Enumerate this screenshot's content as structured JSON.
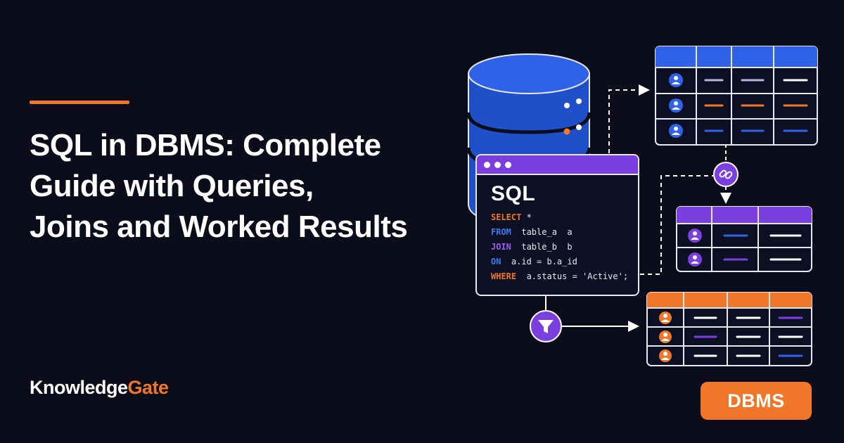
{
  "title_lines": [
    "SQL in DBMS: Complete",
    "Guide with Queries,",
    "Joins and Worked Results"
  ],
  "brand": {
    "part1": "Knowledge",
    "part2": "Gate"
  },
  "badge": "DBMS",
  "sql_window": {
    "heading": "SQL",
    "lines": [
      {
        "keyword": "SELECT",
        "rest": " *",
        "color": "#f0772a"
      },
      {
        "keyword": "FROM",
        "rest": "  table_a  a",
        "color": "#3b7bf0"
      },
      {
        "keyword": "JOIN",
        "rest": "  table_b  b",
        "color": "#9a5cf0"
      },
      {
        "keyword": "ON",
        "rest": "  a.id = b.a_id",
        "color": "#3b7bf0"
      },
      {
        "keyword": "WHERE",
        "rest": "  a.status = 'Active';",
        "color": "#f0772a"
      }
    ]
  },
  "colors": {
    "background": "#0b0d1a",
    "accent_orange": "#f0772a",
    "accent_blue": "#2f62e6",
    "accent_purple": "#7b3fe0"
  },
  "icons": [
    "database-icon",
    "user-icon",
    "link-icon",
    "filter-icon",
    "arrow-icon"
  ]
}
